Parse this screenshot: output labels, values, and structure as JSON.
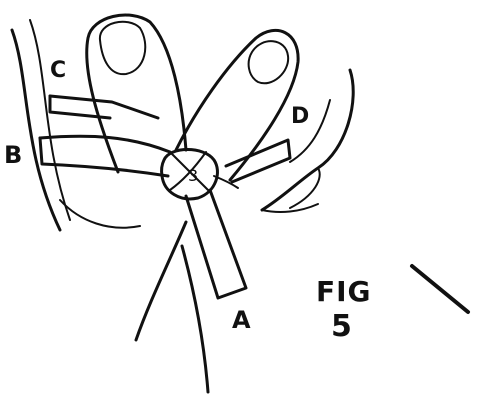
{
  "labels": {
    "c": "C",
    "b": "B",
    "d": "D",
    "a": "A",
    "crossing_number": "3"
  },
  "caption": {
    "title": "FIG",
    "number": "5"
  }
}
